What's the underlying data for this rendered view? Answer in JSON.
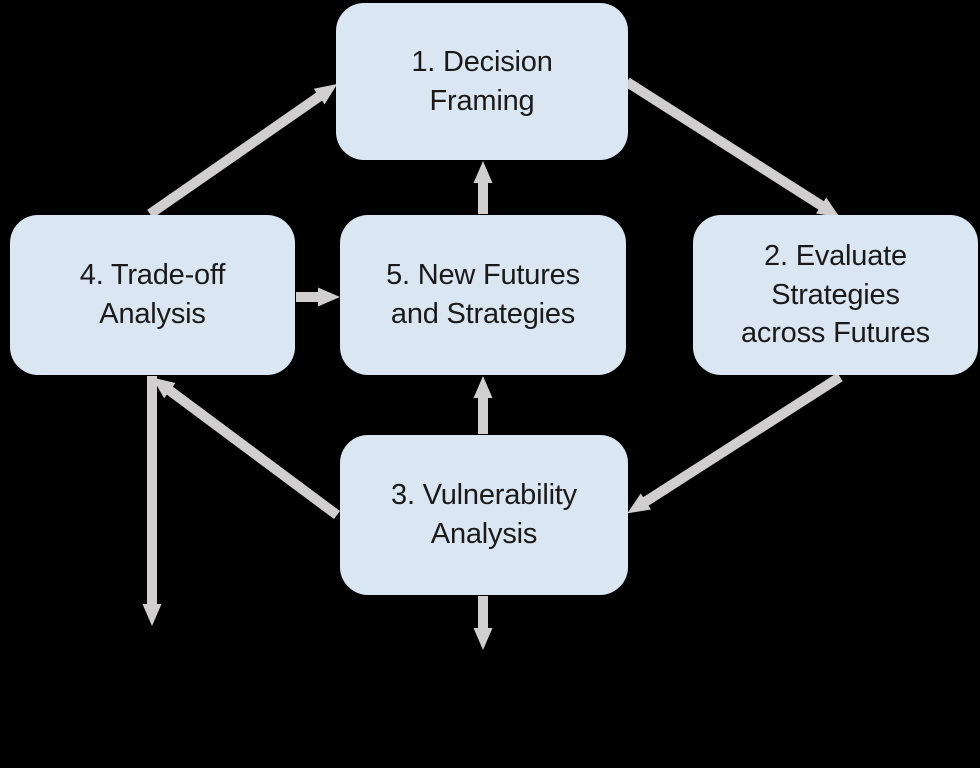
{
  "canvas": {
    "background_color": "#000000"
  },
  "colors": {
    "node_fill": "#dbe6f3",
    "node_text": "#1a1a1a",
    "arrow": "#d0cece"
  },
  "diagram": {
    "nodes": [
      {
        "id": "1",
        "label": "1. Decision Framing",
        "lines": [
          "1. Decision",
          "Framing"
        ]
      },
      {
        "id": "2",
        "label": "2. Evaluate Strategies across Futures",
        "lines": [
          "2. Evaluate",
          "Strategies",
          "across Futures"
        ]
      },
      {
        "id": "3",
        "label": "3. Vulnerability Analysis",
        "lines": [
          "3. Vulnerability",
          "Analysis"
        ]
      },
      {
        "id": "4",
        "label": "4. Trade-off Analysis",
        "lines": [
          "4. Trade-off",
          "Analysis"
        ]
      },
      {
        "id": "5",
        "label": "5. New Futures and Strategies",
        "lines": [
          "5. New Futures",
          "and Strategies"
        ]
      }
    ],
    "edges": [
      {
        "from": "4",
        "to": "1"
      },
      {
        "from": "1",
        "to": "2"
      },
      {
        "from": "2",
        "to": "3"
      },
      {
        "from": "3",
        "to": "4"
      },
      {
        "from": "4",
        "to": "5"
      },
      {
        "from": "5",
        "to": "1"
      },
      {
        "from": "3",
        "to": "5"
      },
      {
        "from": "4",
        "to": "offpage-bottom-left"
      },
      {
        "from": "3",
        "to": "offpage-bottom-center"
      }
    ]
  }
}
